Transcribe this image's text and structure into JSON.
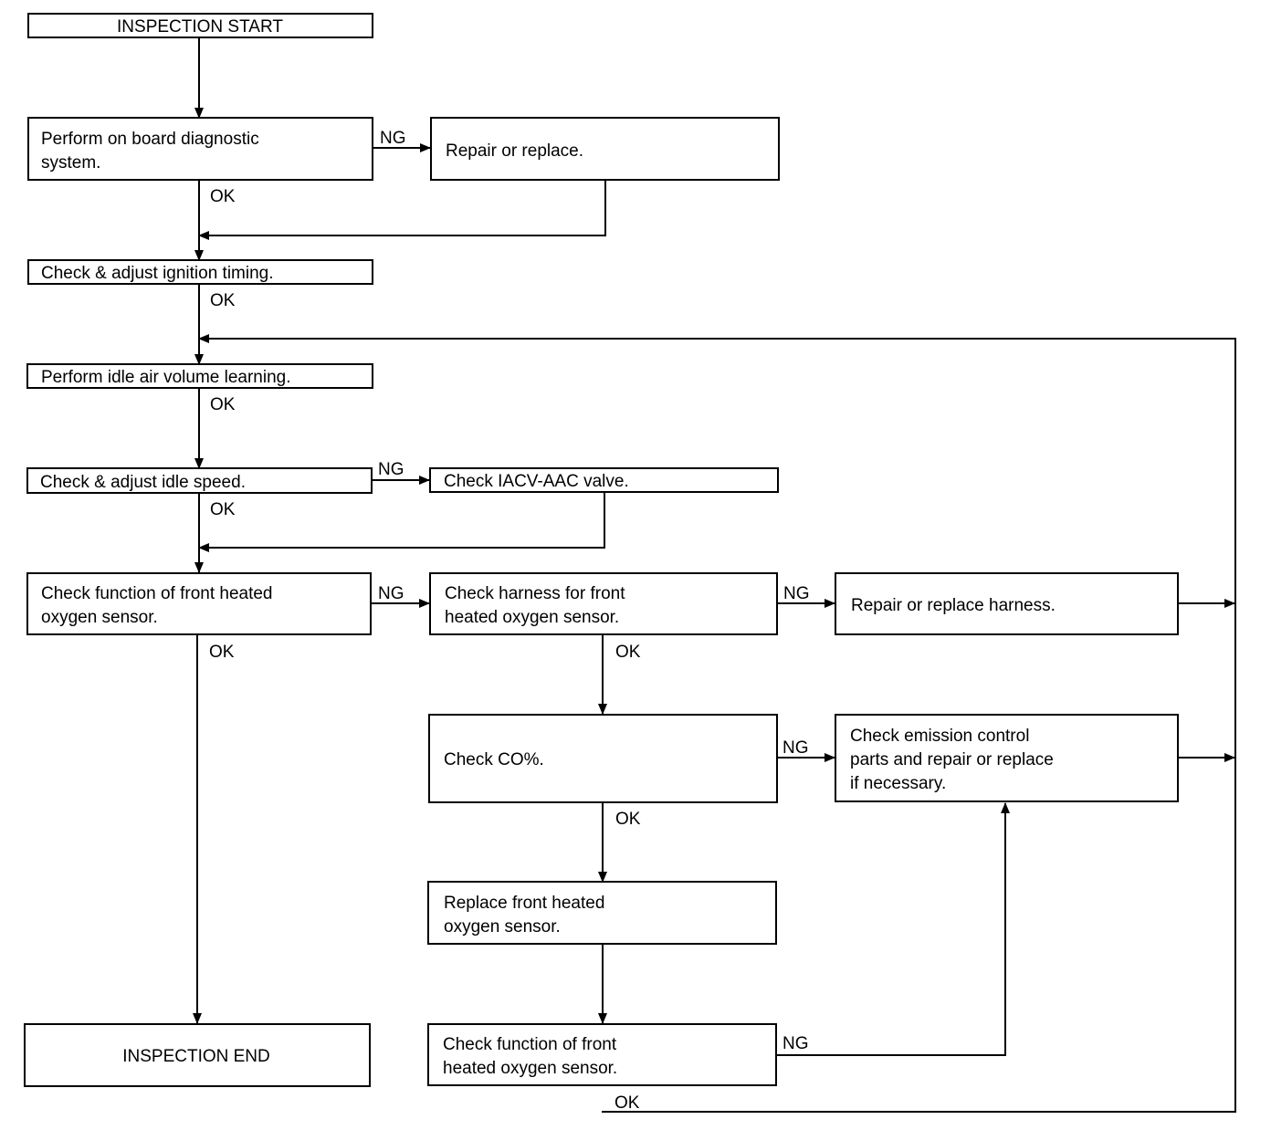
{
  "boxes": {
    "start": [
      "INSPECTION START"
    ],
    "obd": [
      "Perform on board diagnostic",
      "system."
    ],
    "repair1": [
      "Repair or replace."
    ],
    "ignition": [
      "Check & adjust ignition timing."
    ],
    "idle_learn": [
      "Perform idle air volume learning."
    ],
    "idle_speed": [
      "Check & adjust idle speed."
    ],
    "iacv": [
      "Check IACV-AAC valve."
    ],
    "front_o2": [
      "Check function of front heated",
      "oxygen sensor."
    ],
    "harness": [
      "Check harness for front",
      "heated oxygen sensor."
    ],
    "repair_harness": [
      "Repair or replace harness."
    ],
    "co": [
      "Check CO%."
    ],
    "emission": [
      "Check emission control",
      "parts and repair or replace",
      "if necessary."
    ],
    "replace_o2": [
      "Replace front heated",
      "oxygen sensor."
    ],
    "front_o2_2": [
      "Check function of front",
      "heated oxygen sensor."
    ],
    "end": [
      "INSPECTION END"
    ]
  },
  "labels": {
    "ok": "OK",
    "ng": "NG"
  }
}
